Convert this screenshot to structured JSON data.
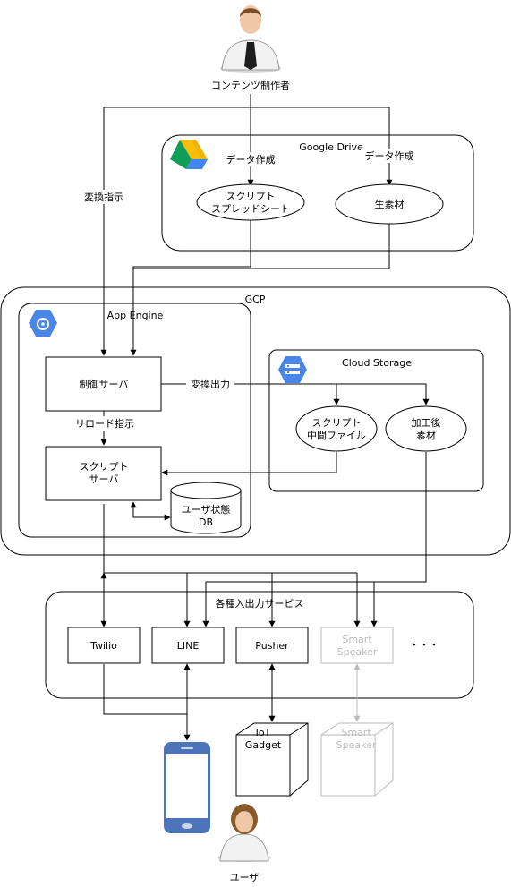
{
  "actors": {
    "creator": {
      "label": "コンテンツ制作者",
      "icon": "man-in-suit-icon"
    },
    "user": {
      "label": "ユーザ",
      "icon": "woman-user-icon"
    }
  },
  "google_drive": {
    "title": "Google Drive",
    "icon": "google-drive-icon",
    "script_sheet": [
      "スクリプト",
      "スプレッドシート"
    ],
    "raw_material": "生素材",
    "data_creation_left": "データ作成",
    "data_creation_right": "データ作成"
  },
  "gcp": {
    "title": "GCP",
    "app_engine": {
      "title": "App Engine",
      "icon": "app-engine-icon",
      "control_server": "制御サーバ",
      "script_server": [
        "スクリプト",
        "サーバ"
      ],
      "user_state_db": [
        "ユーザ状態",
        "DB"
      ]
    },
    "cloud_storage": {
      "title": "Cloud Storage",
      "icon": "cloud-storage-icon",
      "script_intermediate": [
        "スクリプト",
        "中間ファイル"
      ],
      "processed_material": [
        "加工後",
        "素材"
      ]
    }
  },
  "edge_labels": {
    "convert_instruction": "変換指示",
    "convert_output": "変換出力",
    "reload_instruction": "リロード指示"
  },
  "io_services": {
    "title": "各種入出力サービス",
    "twilio": "Twilio",
    "line": "LINE",
    "pusher": "Pusher",
    "smart_speaker": [
      "Smart",
      "Speaker"
    ],
    "ellipsis": "・・・"
  },
  "devices": {
    "iot_gadget": [
      "IoT",
      "Gadget"
    ],
    "smart_speaker_device": [
      "Smart",
      "Speaker"
    ],
    "smartphone_icon": "smartphone-icon"
  },
  "colors": {
    "line": "#000000",
    "disabled": "#bbbbbb",
    "gcp_blue": "#4a86e8",
    "phone_blue": "#4d74b8"
  }
}
